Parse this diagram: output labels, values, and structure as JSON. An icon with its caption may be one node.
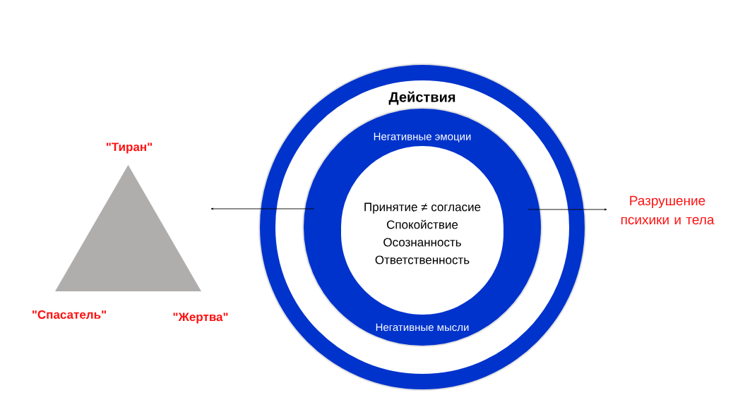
{
  "diagram": {
    "nodes": [
      {
        "text": [
          "Действия"
        ]
      },
      {
        "text": [
          "Негативные эмоции",
          "Негативные мысли"
        ],
        "in": 0
      },
      {
        "text": [
          "Принятие ≠ согласие",
          "Спокойствие",
          "Осознанность",
          "Ответственность"
        ],
        "in": 1
      },
      {
        "text": [
          "\"Тиран\"",
          "\"Спасатель\"",
          "\"Жертва\""
        ]
      },
      {
        "text": [
          "Разрушение психики и тела"
        ]
      }
    ],
    "edges": [
      {
        "from": 1,
        "to": 3,
        "arrow": "to"
      },
      {
        "from": 1,
        "to": 4,
        "arrow": "to"
      }
    ]
  }
}
